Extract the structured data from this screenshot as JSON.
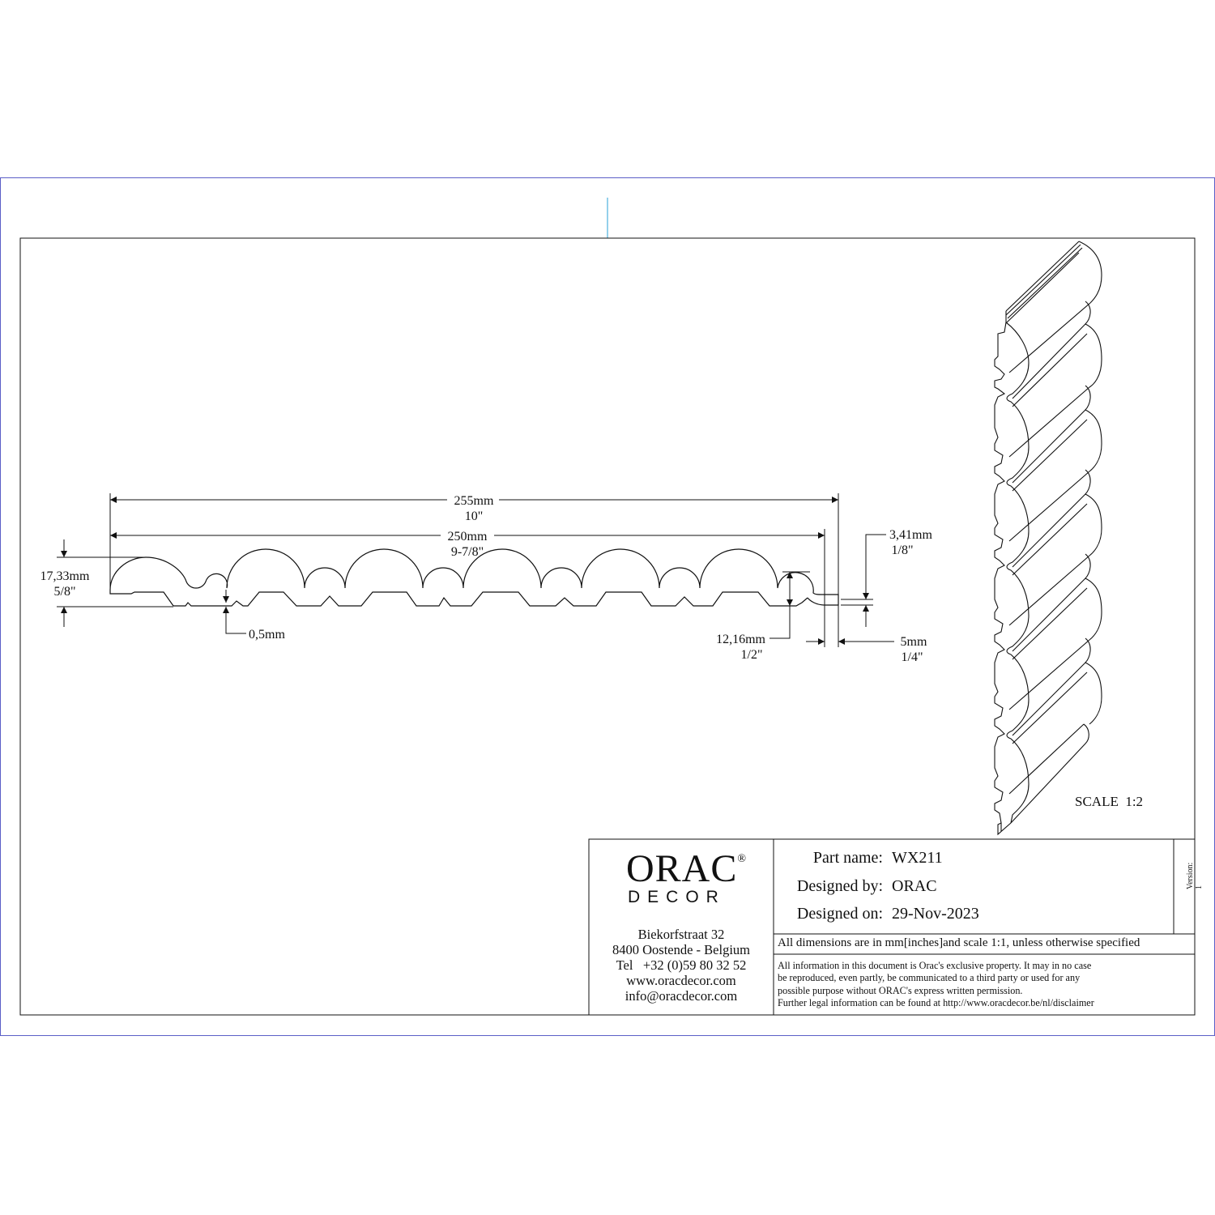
{
  "drawing": {
    "dimensions": {
      "overall_width": {
        "mm": "255mm",
        "inch": "10\""
      },
      "visible_width": {
        "mm": "250mm",
        "inch": "9-7/8\""
      },
      "height": {
        "mm": "17,33mm",
        "inch": "5/8\""
      },
      "gap": {
        "mm": "0,5mm"
      },
      "bead_height": {
        "mm": "12,16mm",
        "inch": "1/2\""
      },
      "tongue_height": {
        "mm": "3,41mm",
        "inch": "1/8\""
      },
      "tongue_width": {
        "mm": "5mm",
        "inch": "1/4\""
      }
    },
    "scale_label": "SCALE  1:2"
  },
  "title_block": {
    "logo": {
      "main": "ORAC",
      "registered": "®",
      "sub": "DECOR"
    },
    "address": [
      "Biekorfstraat 32",
      "8400 Oostende - Belgium",
      "Tel   +32 (0)59 80 32 52",
      "www.oracdecor.com",
      "info@oracdecor.com"
    ],
    "part_name_label": "Part name:",
    "part_name": "WX211",
    "designed_by_label": "Designed by:",
    "designed_by": "ORAC",
    "designed_on_label": "Designed on:",
    "designed_on": "29-Nov-2023",
    "version": "Version: 1",
    "dimensions_note": "All dimensions are in mm[inches]and scale 1:1, unless otherwise specified",
    "legal": [
      "All information in this document is Orac's exclusive property.  It may in no case",
      "be reproduced, even partly, be communicated to a third party or used for any",
      "possible purpose without ORAC's express written permission.",
      "Further legal information can be found at http://www.oracdecor.be/nl/disclaimer"
    ]
  },
  "colors": {
    "frame_outer": "#5b5fc7",
    "center_mark": "#59b7e0",
    "line": "#111111"
  }
}
